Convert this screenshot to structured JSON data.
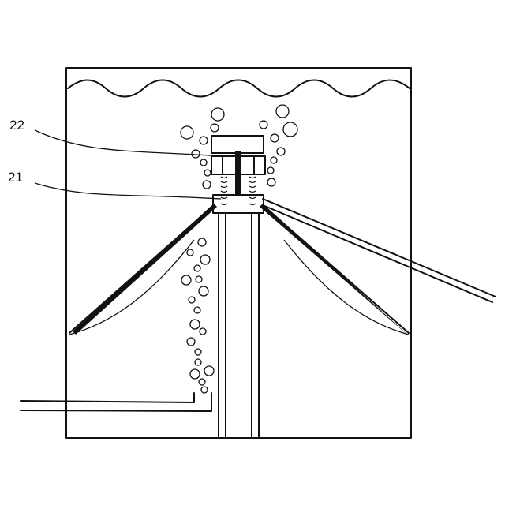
{
  "diagram": {
    "callouts": [
      {
        "id": "22",
        "label": "22"
      },
      {
        "id": "21",
        "label": "21"
      }
    ],
    "colors": {
      "ink": "#111111",
      "paper": "#ffffff"
    }
  }
}
